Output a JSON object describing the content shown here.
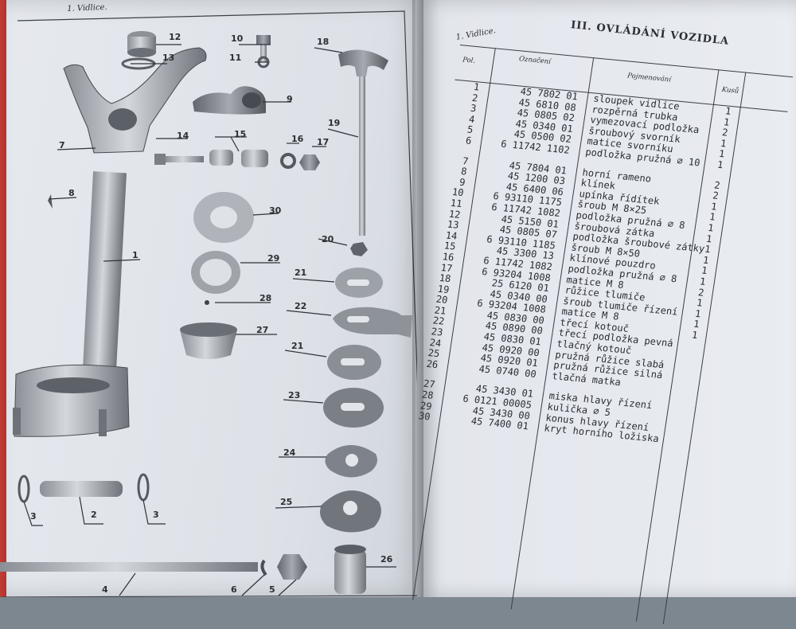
{
  "left_page": {
    "heading": "1. Vidlice.",
    "callouts": [
      "12",
      "13",
      "10",
      "11",
      "18",
      "9",
      "7",
      "14",
      "15",
      "16",
      "17",
      "19",
      "8",
      "30",
      "1",
      "20",
      "29",
      "21",
      "28",
      "22",
      "27",
      "21",
      "23",
      "24",
      "25",
      "3",
      "2",
      "3",
      "4",
      "6",
      "5",
      "26"
    ]
  },
  "right_page": {
    "heading": "III. OVLÁDÁNÍ VOZIDLA",
    "subheading": "1. Vidlice.",
    "columns": {
      "pol": "Pol.",
      "code": "Označení",
      "name": "Pojmenování",
      "qty": "Kusů"
    },
    "rows_a": [
      {
        "pol": "1",
        "code": "45 7802 01",
        "name": "sloupek vidlice",
        "qty": "1"
      },
      {
        "pol": "2",
        "code": "45 6810 08",
        "name": "rozpěrná trubka",
        "qty": "1"
      },
      {
        "pol": "3",
        "code": "45 0805 02",
        "name": "vymezovací podložka",
        "qty": "2"
      },
      {
        "pol": "4",
        "code": "45 0340 01",
        "name": "šroubový svorník",
        "qty": "1"
      },
      {
        "pol": "5",
        "code": "45 0500 02",
        "name": "matice svorníku",
        "qty": "1"
      },
      {
        "pol": "6",
        "code": "6 11742 1102",
        "name": "podložka pružná ⌀ 10",
        "qty": "1"
      }
    ],
    "rows_b": [
      {
        "pol": "7",
        "code": "45 7804 01",
        "name": "horní rameno",
        "qty": "2"
      },
      {
        "pol": "8",
        "code": "45 1200 03",
        "name": "klínek",
        "qty": "2"
      },
      {
        "pol": "9",
        "code": "45 6400 06",
        "name": "upínka řídítek",
        "qty": "1"
      },
      {
        "pol": "10",
        "code": "6 93110 1175",
        "name": "šroub M 8×25",
        "qty": "1"
      },
      {
        "pol": "11",
        "code": "6 11742 1082",
        "name": "podložka pružná ⌀ 8",
        "qty": "1"
      },
      {
        "pol": "12",
        "code": "45 5150 01",
        "name": "šroubová zátka",
        "qty": "1"
      },
      {
        "pol": "13",
        "code": "45 0805 07",
        "name": "podložka šroubové zátky",
        "qty": "1"
      },
      {
        "pol": "14",
        "code": "6 93110 1185",
        "name": "šroub M 8×50",
        "qty": "1"
      },
      {
        "pol": "15",
        "code": "45 3300 13",
        "name": "klínové pouzdro",
        "qty": "1"
      },
      {
        "pol": "16",
        "code": "6 11742 1082",
        "name": "podložka pružná ⌀ 8",
        "qty": "1"
      },
      {
        "pol": "17",
        "code": "6 93204 1008",
        "name": "matice M 8",
        "qty": "2"
      },
      {
        "pol": "18",
        "code": "25 6120 01",
        "name": "růžice tlumiče",
        "qty": "1"
      },
      {
        "pol": "19",
        "code": "45 0340 00",
        "name": "šroub tlumiče řízení",
        "qty": "1"
      },
      {
        "pol": "20",
        "code": "6 93204 1008",
        "name": "matice M 8",
        "qty": "1"
      },
      {
        "pol": "21",
        "code": "45 0830 00",
        "name": "třecí kotouč",
        "qty": "1"
      },
      {
        "pol": "22",
        "code": "45 0890 00",
        "name": "třecí podložka pevná",
        "qty": ""
      },
      {
        "pol": "23",
        "code": "45 0830 01",
        "name": "tlačný kotouč",
        "qty": ""
      },
      {
        "pol": "24",
        "code": "45 0920 00",
        "name": "pružná růžice slabá",
        "qty": ""
      },
      {
        "pol": "25",
        "code": "45 0920 01",
        "name": "pružná růžice silná",
        "qty": ""
      },
      {
        "pol": "26",
        "code": "45 0740 00",
        "name": "tlačná matka",
        "qty": ""
      }
    ],
    "rows_c": [
      {
        "pol": "27",
        "code": "45 3430 01",
        "name": "miska hlavy řízení",
        "qty": ""
      },
      {
        "pol": "28",
        "code": "6 0121 00005",
        "name": "kulička ⌀ 5",
        "qty": ""
      },
      {
        "pol": "29",
        "code": "45 3430 00",
        "name": "konus hlavy řízení",
        "qty": ""
      },
      {
        "pol": "30",
        "code": "45 7400 01",
        "name": "kryt horního ložiska",
        "qty": ""
      }
    ]
  }
}
